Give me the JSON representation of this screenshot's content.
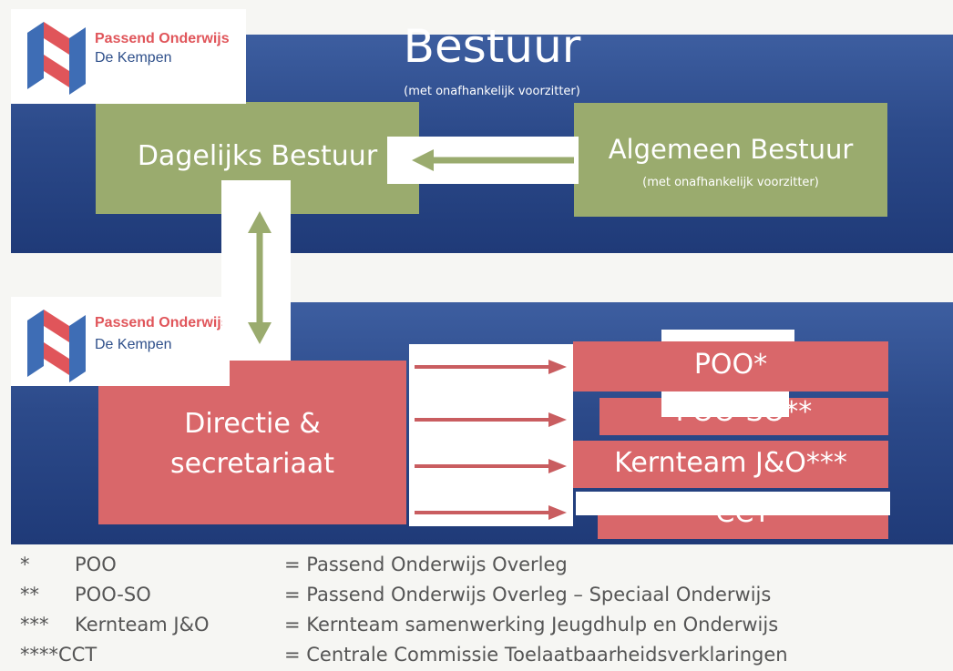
{
  "logo": {
    "top": {
      "line1": "Passend Onderwijs",
      "line2": "De Kempen"
    },
    "bottom": {
      "line1": "Passend Onderwijs",
      "line2": "De Kempen"
    }
  },
  "bestuur": {
    "title": "Bestuur",
    "subtitle": "(met onafhankelijk voorzitter)"
  },
  "dagelijks_bestuur": {
    "label": "Dagelijks Bestuur"
  },
  "algemeen_bestuur": {
    "label": "Algemeen Bestuur",
    "subtitle": "(met onafhankelijk voorzitter)"
  },
  "directie": {
    "line1": "Directie &",
    "line2": "secretariaat"
  },
  "groups": {
    "poo": "POO*",
    "poo_so": "POO-SO**",
    "kernteam": "Kernteam J&O***",
    "cct": "CCT"
  },
  "legend": [
    {
      "marker": "*",
      "abbr": "POO",
      "definition": "= Passend Onderwijs Overleg"
    },
    {
      "marker": "**",
      "abbr": "POO-SO",
      "definition": "= Passend Onderwijs Overleg – Speciaal Onderwijs"
    },
    {
      "marker": "***",
      "abbr": "Kernteam J&O",
      "definition": "= Kernteam samenwerking Jeugdhulp en Onderwijs"
    },
    {
      "marker": "****",
      "abbr": "CCT",
      "definition": "= Centrale Commissie Toelaatbaarheidsverklaringen"
    }
  ],
  "colors": {
    "blue_band": "#2c4a8a",
    "green_box": "#9aab6e",
    "red_box": "#d9676a",
    "logo_red": "#e0555a",
    "logo_blue": "#2e4f8a"
  }
}
